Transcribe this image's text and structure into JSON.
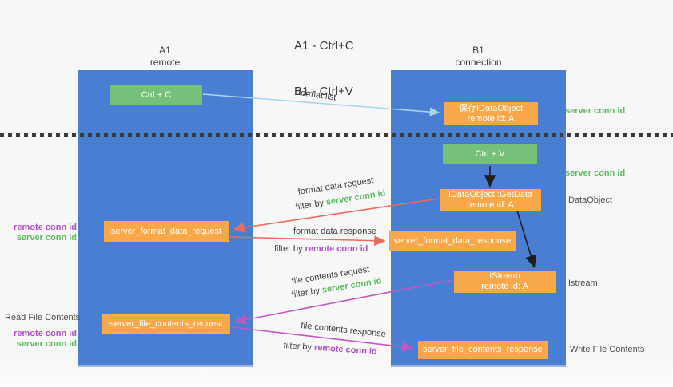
{
  "title": {
    "line1": "A1 - Ctrl+C",
    "line2": "B1 - Ctrl+V"
  },
  "lanes": {
    "left": {
      "id": "A1",
      "name": "remote"
    },
    "right": {
      "id": "B1",
      "name": "connection"
    }
  },
  "nodes": {
    "ctrl_c": {
      "label": "Ctrl + C"
    },
    "ctrl_v": {
      "label": "Ctrl + V"
    },
    "save_dataobject": {
      "line1": "保存IDataObject",
      "line2": "remote id: A"
    },
    "getdata": {
      "line1": "IDataObject::GetData",
      "line2": "remote id: A"
    },
    "istream": {
      "line1": "IStream",
      "line2": "remote id: A"
    },
    "format_request": {
      "label": "server_format_data_request"
    },
    "format_response": {
      "label": "server_format_data_response"
    },
    "file_request": {
      "label": "server_file_contents_request"
    },
    "file_response": {
      "label": "server_file_contents_response"
    }
  },
  "side_labels": {
    "server_conn_id_top": "server conn id",
    "server_conn_id_mid": "server conn id",
    "dataobject": "DataObject",
    "istream": "Istream",
    "write_file_contents": "Write File Contents",
    "read_file_contents": "Read File Contents",
    "left_group_1": {
      "remote": "remote conn id",
      "server": "server conn id"
    },
    "left_group_2": {
      "remote": "remote conn id",
      "server": "server conn id"
    }
  },
  "arrow_labels": {
    "format_list": "format list",
    "format_data_request": "format data request",
    "format_data_response": "format data response",
    "file_contents_request": "file contents request",
    "file_contents_response": "file contents response",
    "filter_by": "filter by ",
    "server_conn_id": "server conn id",
    "remote_conn_id": "remote conn id"
  },
  "colors": {
    "lane_blue": "#4a7ed2",
    "node_orange": "#f8a848",
    "node_green": "#76c17a",
    "arrow_red": "#ed6a5e",
    "arrow_magenta": "#c257c2",
    "arrow_light_blue": "#a9d4ee",
    "arrow_black": "#1f1f1f",
    "text_green": "#5dba62",
    "text_purple": "#ae53c4"
  }
}
